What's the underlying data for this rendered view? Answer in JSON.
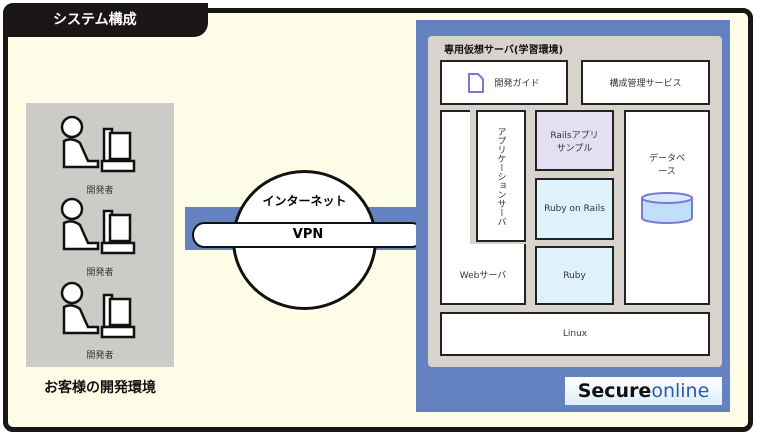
{
  "header": {
    "title": "システム構成"
  },
  "client": {
    "label": "お客様の開発環境",
    "developers": [
      "開発者",
      "開発者",
      "開発者"
    ]
  },
  "network": {
    "internet": "インターネット",
    "vpn": "VPN"
  },
  "server": {
    "title": "専用仮想サーバ(学習環境)",
    "guide": "開発ガイド",
    "config": "構成管理サービス",
    "web": "Webサーバ",
    "app": "アプリケーションサーバ",
    "rails_app": "Railsアプリサンプル",
    "ror": "Ruby on Rails",
    "ruby": "Ruby",
    "db": "データベース",
    "os": "Linux"
  },
  "logo": {
    "text_secure": "Secure",
    "text_online": "online"
  },
  "colors": {
    "panel": "#6582c0",
    "purple": "#e4e0f4",
    "lightblue": "#dff1fb"
  }
}
